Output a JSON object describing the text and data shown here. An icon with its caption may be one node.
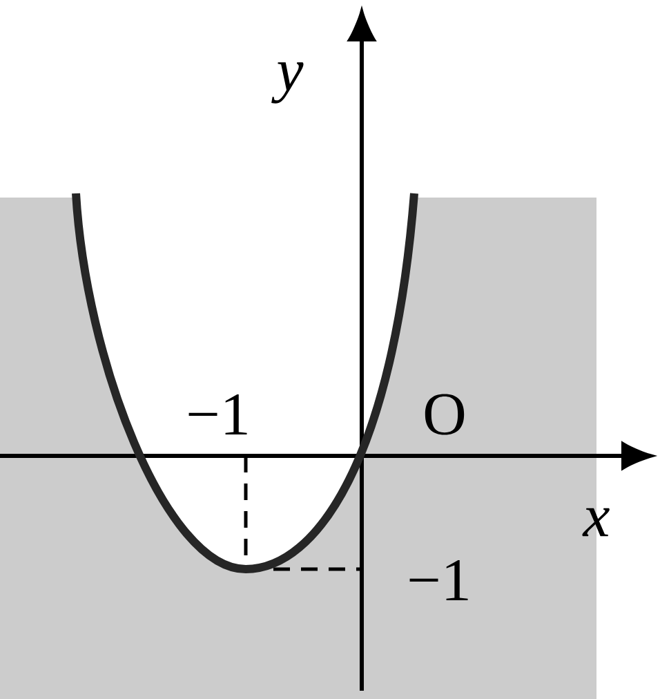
{
  "diagram": {
    "labels": [
      "y",
      "−1",
      "O",
      "x",
      "−1"
    ]
  }
}
